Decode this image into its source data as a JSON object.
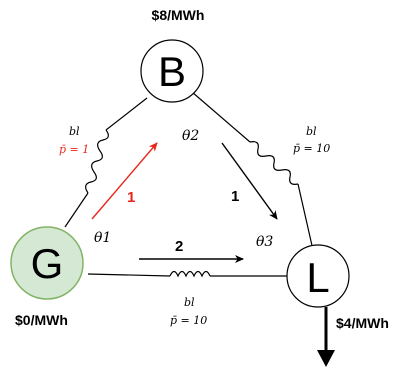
{
  "nodes": {
    "B": {
      "label": "B",
      "price": "$8/MWh",
      "theta": "θ2"
    },
    "G": {
      "label": "G",
      "price": "$0/MWh",
      "theta": "θ1",
      "fill": "#d5e8d4",
      "stroke": "#82b366"
    },
    "L": {
      "label": "L",
      "price": "$4/MWh",
      "theta": "θ3"
    }
  },
  "lines": {
    "GB": {
      "b": "bl",
      "p": "p̄ = 1",
      "p_color": "#e8261c",
      "flow": "1",
      "flow_color": "#e8261c"
    },
    "BL": {
      "b": "bl",
      "p": "p̄ = 10",
      "flow": "1",
      "flow_color": "#000000"
    },
    "GL": {
      "b": "bl",
      "p": "p̄ = 10",
      "flow": "2",
      "flow_color": "#000000"
    }
  }
}
